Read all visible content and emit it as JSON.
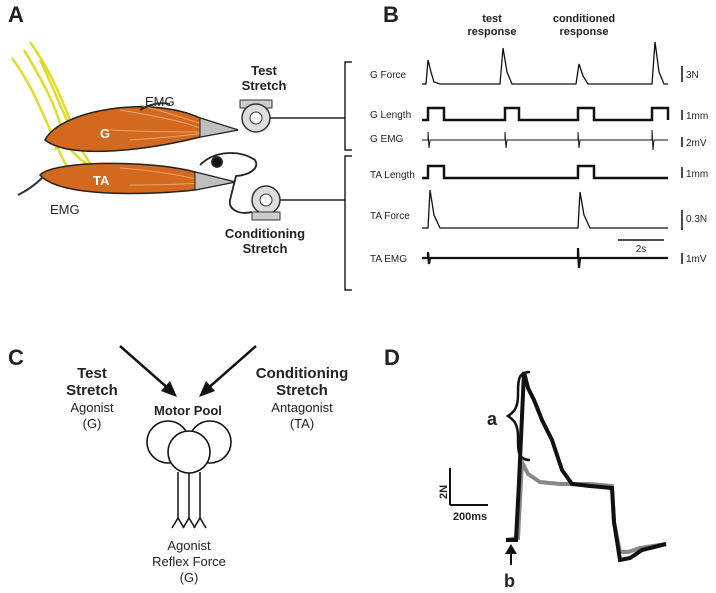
{
  "panels": {
    "a": {
      "letter": "A",
      "emg_top": "EMG",
      "emg_bottom": "EMG",
      "muscle_g": "G",
      "muscle_ta": "TA",
      "test_stretch_line1": "Test",
      "test_stretch_line2": "Stretch",
      "cond_stretch_line1": "Conditioning",
      "cond_stretch_line2": "Stretch"
    },
    "b": {
      "letter": "B",
      "test_response_line1": "test",
      "test_response_line2": "response",
      "cond_response_line1": "conditioned",
      "cond_response_line2": "response",
      "traces": [
        {
          "label": "G Force",
          "scale": "3N"
        },
        {
          "label": "G Length",
          "scale": "1mm"
        },
        {
          "label": "G EMG",
          "scale": "2mV"
        },
        {
          "label": "TA Length",
          "scale": "1mm"
        },
        {
          "label": "TA Force",
          "scale": "0.3N"
        },
        {
          "label": "TA EMG",
          "scale": "1mV"
        }
      ],
      "time_scale": "2s"
    },
    "c": {
      "letter": "C",
      "test_line1": "Test",
      "test_line2": "Stretch",
      "test_line3": "Agonist",
      "test_line4": "(G)",
      "cond_line1": "Conditioning",
      "cond_line2": "Stretch",
      "cond_line3": "Antagonist",
      "cond_line4": "(TA)",
      "motor_pool": "Motor Pool",
      "out_line1": "Agonist",
      "out_line2": "Reflex Force",
      "out_line3": "(G)"
    },
    "d": {
      "letter": "D",
      "label_a": "a",
      "label_b": "b",
      "scale_force": "2N",
      "scale_time": "200ms"
    }
  },
  "colors": {
    "muscle": "#d2691e",
    "nerve": "#e8e830",
    "trace": "#111111",
    "test_trace": "#111111",
    "conditioned_trace": "#888888"
  }
}
